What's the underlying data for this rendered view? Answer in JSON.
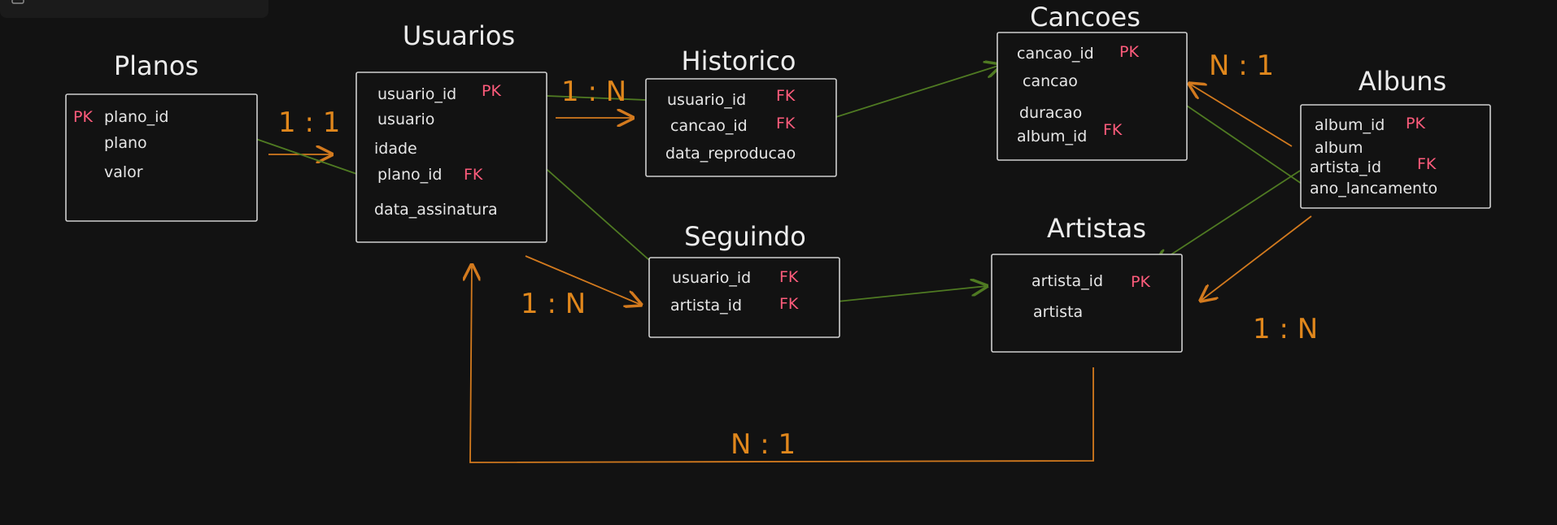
{
  "diagram": {
    "tables": {
      "planos": {
        "title": "Planos",
        "fields": [
          {
            "name": "plano_id",
            "key": "PK"
          },
          {
            "name": "plano",
            "key": ""
          },
          {
            "name": "valor",
            "key": ""
          }
        ]
      },
      "usuarios": {
        "title": "Usuarios",
        "fields": [
          {
            "name": "usuario_id",
            "key": "PK"
          },
          {
            "name": "usuario",
            "key": ""
          },
          {
            "name": "idade",
            "key": ""
          },
          {
            "name": "plano_id",
            "key": "FK"
          },
          {
            "name": "data_assinatura",
            "key": ""
          }
        ]
      },
      "historico": {
        "title": "Historico",
        "fields": [
          {
            "name": "usuario_id",
            "key": "FK"
          },
          {
            "name": "cancao_id",
            "key": "FK"
          },
          {
            "name": "data_reproducao",
            "key": ""
          }
        ]
      },
      "cancoes": {
        "title": "Cancoes",
        "fields": [
          {
            "name": "cancao_id",
            "key": "PK"
          },
          {
            "name": "cancao",
            "key": ""
          },
          {
            "name": "duracao",
            "key": ""
          },
          {
            "name": "album_id",
            "key": "FK"
          }
        ]
      },
      "albuns": {
        "title": "Albuns",
        "fields": [
          {
            "name": "album_id",
            "key": "PK"
          },
          {
            "name": "album",
            "key": ""
          },
          {
            "name": "artista_id",
            "key": "FK"
          },
          {
            "name": "ano_lancamento",
            "key": ""
          }
        ]
      },
      "seguindo": {
        "title": "Seguindo",
        "fields": [
          {
            "name": "usuario_id",
            "key": "FK"
          },
          {
            "name": "artista_id",
            "key": "FK"
          }
        ]
      },
      "artistas": {
        "title": "Artistas",
        "fields": [
          {
            "name": "artista_id",
            "key": "PK"
          },
          {
            "name": "artista",
            "key": ""
          }
        ]
      }
    },
    "cardinalities": {
      "planos_usuarios": "1 : 1",
      "usuarios_historico": "1 : N",
      "usuarios_seguindo": "1 : N",
      "usuarios_artistas": "N : 1",
      "cancoes_albuns": "N : 1",
      "albuns_artistas": "1 : N"
    },
    "colors": {
      "background": "#121212",
      "key_label": "#ff5c7c",
      "cardinality": "#e0871c",
      "orange_connector": "#d37a1e",
      "green_connector": "#4f7a22"
    }
  }
}
